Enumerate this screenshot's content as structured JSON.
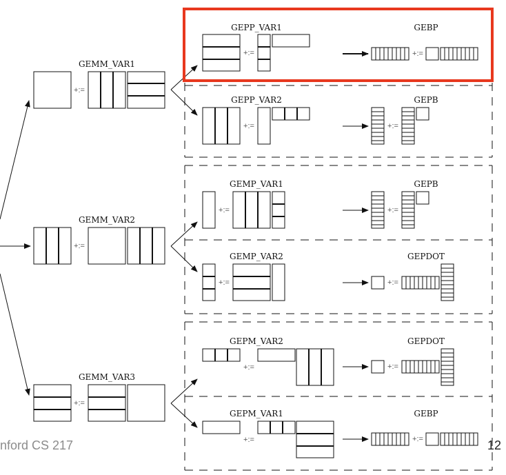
{
  "labels": {
    "gemm_var1": "GEMM_VAR1",
    "gemm_var2": "GEMM_VAR2",
    "gemm_var3": "GEMM_VAR3",
    "gepp_var1": "GEPP_VAR1",
    "gepp_var2": "GEPP_VAR2",
    "gemp_var1": "GEMP_VAR1",
    "gemp_var2": "GEMP_VAR2",
    "gepm_var2": "GEPM_VAR2",
    "gepm_var1": "GEPM_VAR1",
    "gebp": "GEBP",
    "gepb": "GEPB",
    "gepdot": "GEPDOT",
    "op": "+:="
  },
  "footer": {
    "course": "nford CS 217",
    "page_number": "12"
  },
  "colors": {
    "highlight": "#e8381e",
    "ink": "#111111",
    "footer_text": "#8c8c8c"
  }
}
